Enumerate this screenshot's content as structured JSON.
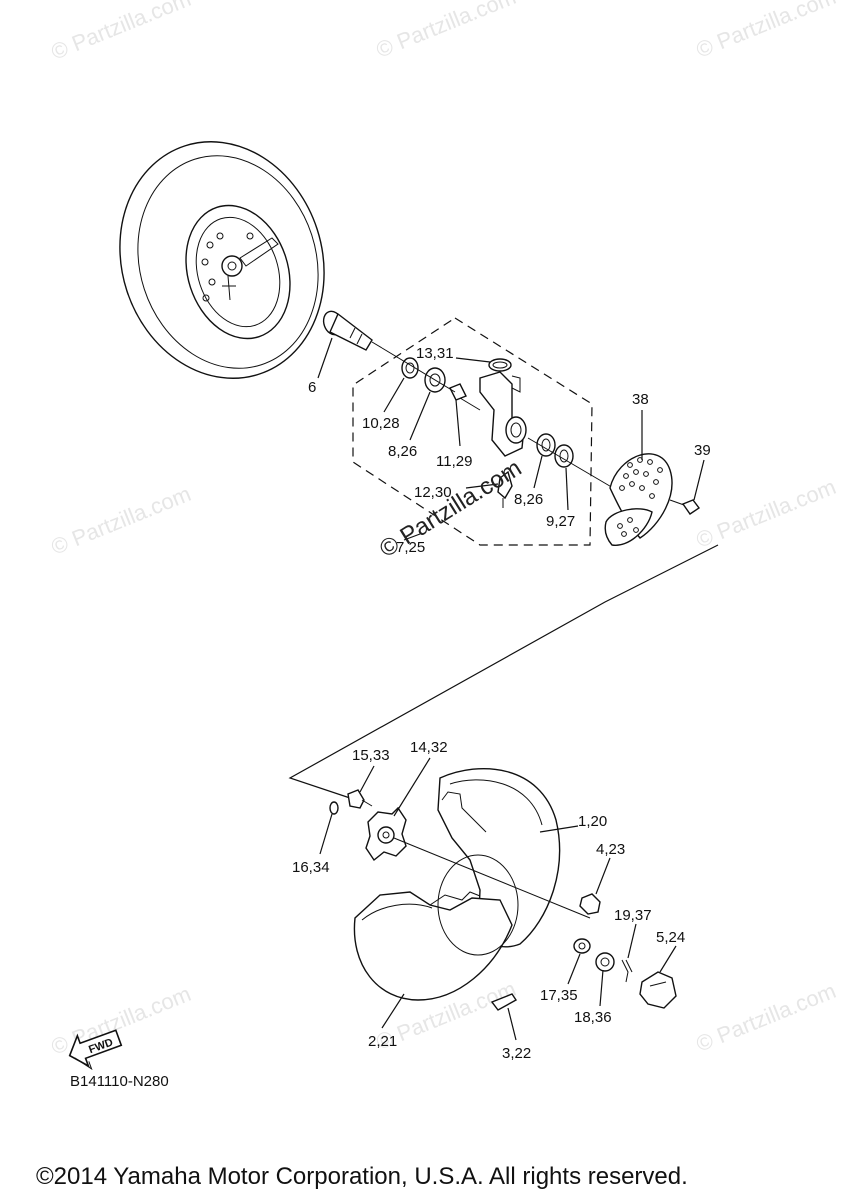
{
  "watermark": {
    "text": "© Partzilla.com",
    "overlay_text": "© Partzilla.com"
  },
  "fwd_badge": "FWD",
  "diagram_code": "B141110-N280",
  "copyright": "©2014 Yamaha Motor Corporation, U.S.A. All rights reserved.",
  "callouts": [
    "6",
    "10,28",
    "13,31",
    "8,26",
    "11,29",
    "12,30",
    "7,25",
    "38",
    "39",
    "8,26",
    "9,27",
    "15,33",
    "14,32",
    "16,34",
    "1,20",
    "4,23",
    "19,37",
    "5,24",
    "17,35",
    "18,36",
    "2,21",
    "3,22"
  ]
}
